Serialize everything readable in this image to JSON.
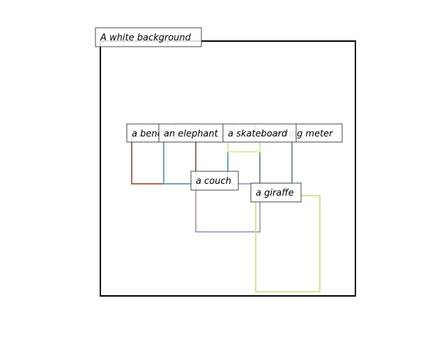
{
  "scene": {
    "background_label": "A white background",
    "frame_color": "#000000",
    "objects": [
      {
        "label": "a bench",
        "color": "#b5655a"
      },
      {
        "label": "an elephant",
        "color": "#6aa8bb"
      },
      {
        "label": "a parking meter",
        "color": "#ab6a5e"
      },
      {
        "label": "a skateboard",
        "color": "#d8f0a0"
      },
      {
        "label": "a couch",
        "color": "#b8a4c4"
      },
      {
        "label": "a giraffe",
        "color": "#d4e490"
      },
      {
        "label": "",
        "color": "#7a9e88"
      }
    ]
  }
}
